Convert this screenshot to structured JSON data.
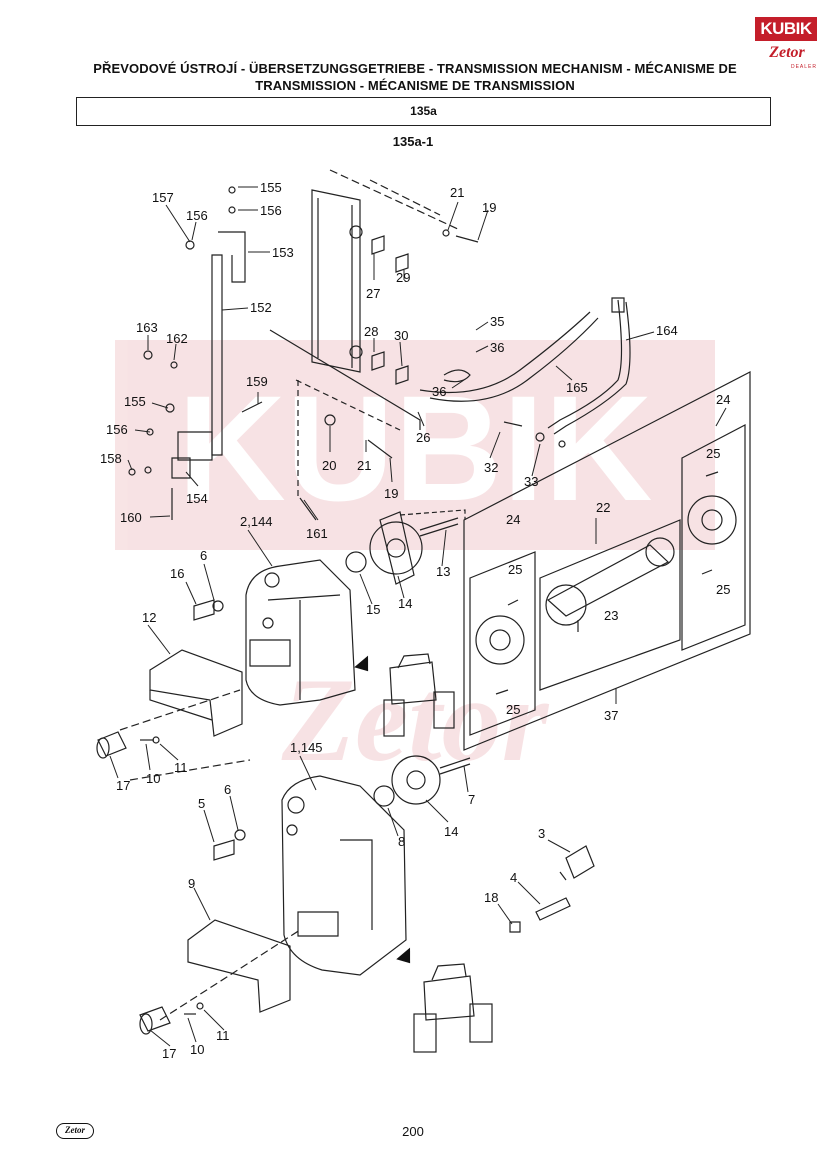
{
  "header": {
    "title_line1": "PŘEVODOVÉ ÚSTROJÍ - ÜBERSETZUNGSGETRIEBE - TRANSMISSION MECHANISM - MÉCANISME DE",
    "title_line2": "TRANSMISSION - MÉCANISME DE TRANSMISSION",
    "section_code": "135a",
    "figure_code": "135a-1"
  },
  "logo": {
    "brand": "KUBIK",
    "sub_brand": "Zetor",
    "tag": "DEALER"
  },
  "watermark": {
    "text": "KUBIK"
  },
  "part_labels": {
    "p155a": "155",
    "p156a": "156",
    "p157": "157",
    "p156b": "156",
    "p153": "153",
    "p152": "152",
    "p163": "163",
    "p162": "162",
    "p159": "159",
    "p155b": "155",
    "p156c": "156",
    "p158": "158",
    "p154": "154",
    "p160": "160",
    "p161": "161",
    "p21a": "21",
    "p19a": "19",
    "p27": "27",
    "p29": "29",
    "p28": "28",
    "p30": "30",
    "p20": "20",
    "p21b": "21",
    "p19b": "19",
    "p26": "26",
    "p35": "35",
    "p36a": "36",
    "p36b": "36",
    "p165": "165",
    "p164": "164",
    "p32": "32",
    "p33": "33",
    "p24a": "24",
    "p25a": "25",
    "p25b": "25",
    "p24b": "24",
    "p25c": "25",
    "p22": "22",
    "p23": "23",
    "p25d": "25",
    "p37": "37",
    "p2144": "2,144",
    "p16": "16",
    "p6a": "6",
    "p12": "12",
    "p15": "15",
    "p14a": "14",
    "p13": "13",
    "p17a": "17",
    "p10a": "10",
    "p11a": "11",
    "p1145": "1,145",
    "p5": "5",
    "p6b": "6",
    "p8": "8",
    "p14b": "14",
    "p7": "7",
    "p9": "9",
    "p3": "3",
    "p4": "4",
    "p18": "18",
    "p17b": "17",
    "p10b": "10",
    "p11b": "11"
  },
  "footer": {
    "page_number": "200",
    "logo_text": "Zetor"
  }
}
